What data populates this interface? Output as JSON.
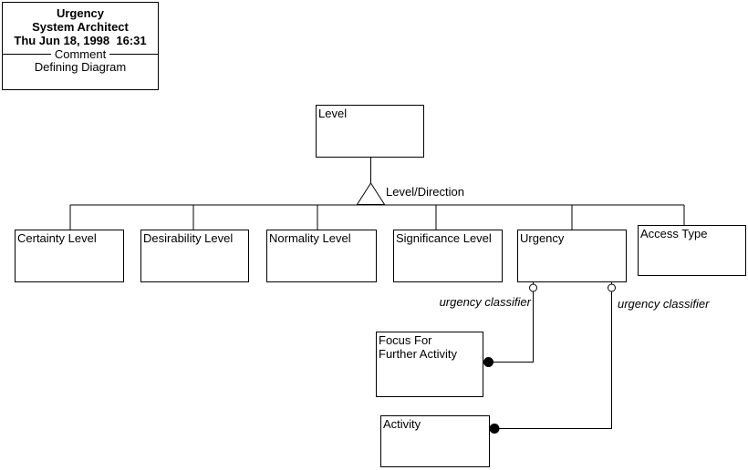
{
  "title_block": {
    "name": "Urgency",
    "tool": "System Architect",
    "timestamp": "Thu Jun 18, 1998  16:31",
    "section_label": "Comment",
    "comment": "Defining Diagram"
  },
  "diagram": {
    "parent_node": {
      "label": "Level"
    },
    "branch_label": "Level/Direction",
    "child_nodes": [
      {
        "label": "Certainty Level"
      },
      {
        "label": "Desirability Level"
      },
      {
        "label": "Normality Level"
      },
      {
        "label": "Significance Level"
      },
      {
        "label": "Urgency"
      },
      {
        "label": "Access Type"
      }
    ],
    "classifier_links": [
      {
        "label": "urgency classifier",
        "target_label": "Focus For\nFurther Activity"
      },
      {
        "label": "urgency classifier",
        "target_label": "Activity"
      }
    ]
  },
  "colors": {
    "background": "#ffffff",
    "line": "#000000",
    "text": "#000000"
  }
}
